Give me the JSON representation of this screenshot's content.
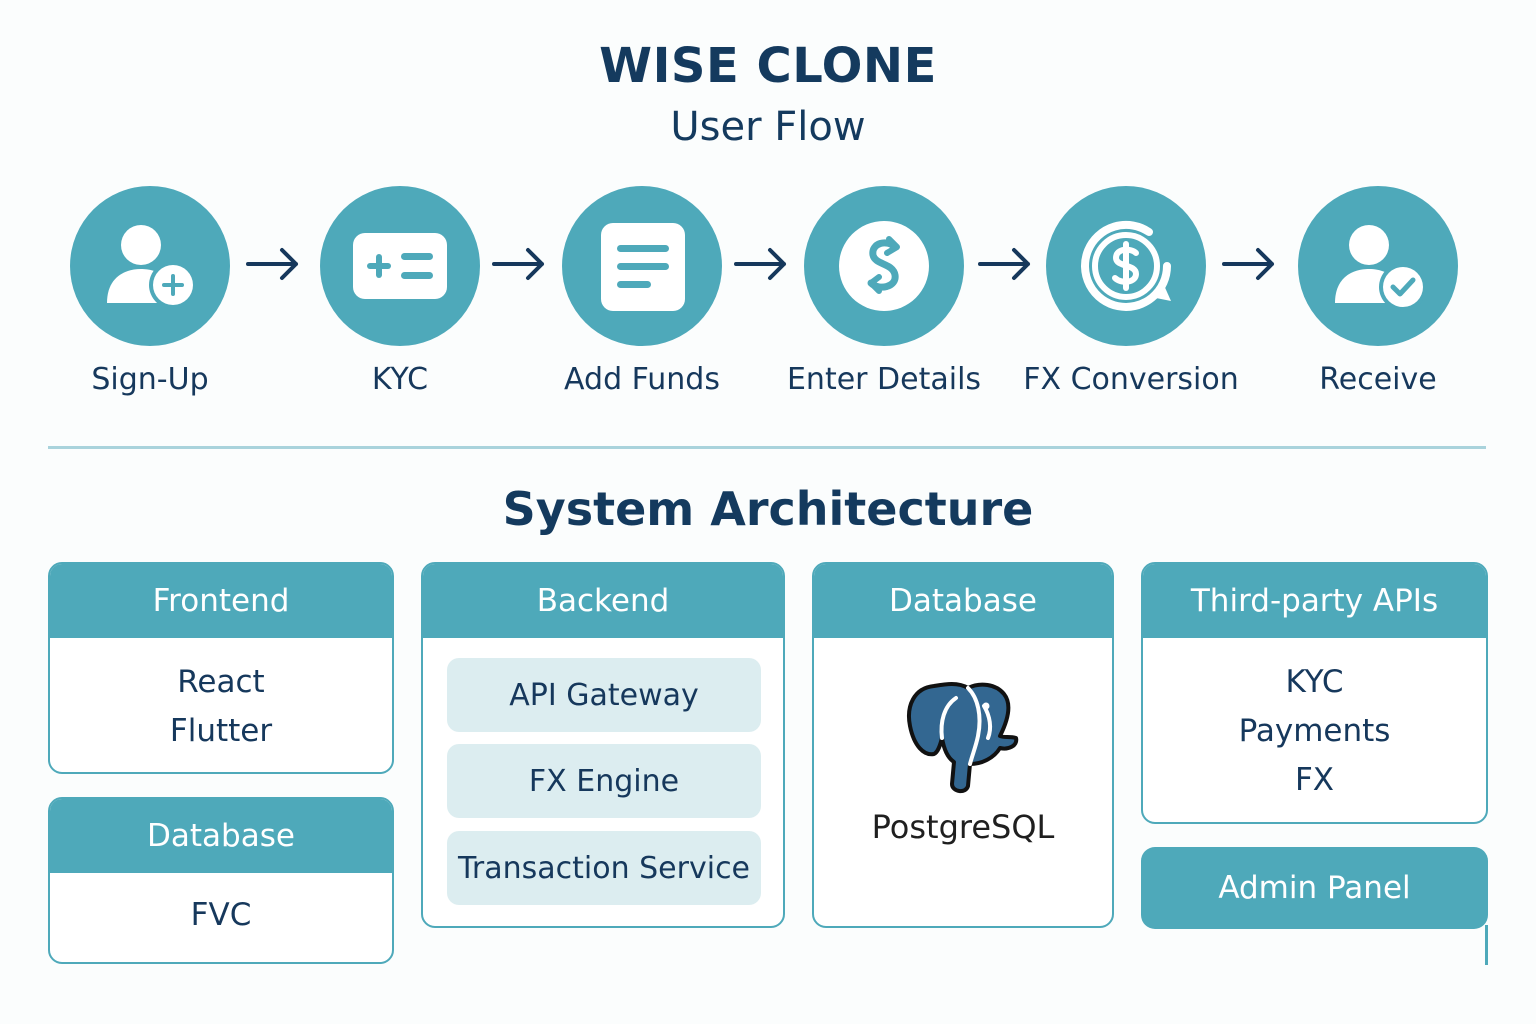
{
  "header": {
    "title": "WISE CLONE",
    "subtitle": "User Flow"
  },
  "flow": {
    "steps": [
      {
        "label": "Sign-Up",
        "icon": "user-plus-icon"
      },
      {
        "label": "KYC",
        "icon": "id-card-icon"
      },
      {
        "label": "Add Funds",
        "icon": "document-icon"
      },
      {
        "label": "Enter Details",
        "icon": "dollar-swap-icon"
      },
      {
        "label": "FX Conversion",
        "icon": "dollar-refresh-icon"
      },
      {
        "label": "Receive",
        "icon": "user-check-icon"
      }
    ],
    "arrow_icon": "right-arrow-icon"
  },
  "architecture": {
    "title": "System Architecture",
    "frontend": {
      "header": "Frontend",
      "items": [
        "React",
        "Flutter"
      ]
    },
    "database_left": {
      "header": "Database",
      "items": [
        "FVC"
      ]
    },
    "backend": {
      "header": "Backend",
      "services": [
        "API Gateway",
        "FX Engine",
        "Transaction Service"
      ]
    },
    "database": {
      "header": "Database",
      "logo_label": "PostgreSQL",
      "logo_icon": "postgresql-elephant-icon"
    },
    "third_party": {
      "header": "Third-party APIs",
      "items": [
        "KYC",
        "Payments",
        "FX"
      ]
    },
    "admin": {
      "label": "Admin Panel"
    }
  },
  "colors": {
    "accent": "#4ea9ba",
    "text": "#143a5e",
    "pill": "#dcedf0",
    "divider": "#a9d3dc",
    "postgres_blue": "#336791"
  }
}
